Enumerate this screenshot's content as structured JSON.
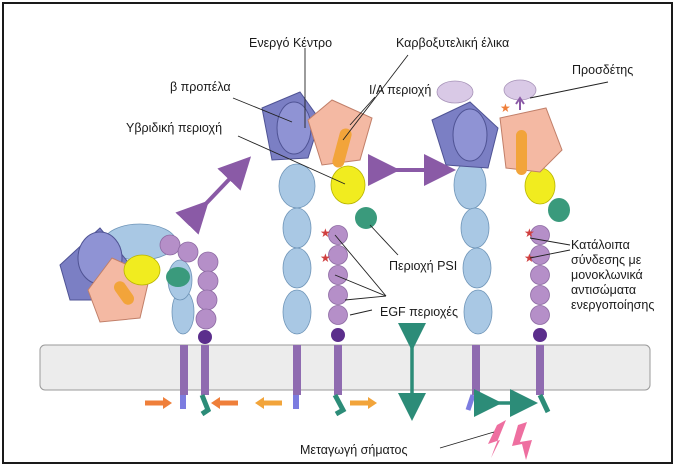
{
  "labels": {
    "active_site": "Ενεργό Κέντρο",
    "carboxy_helix": "Καρβοξυτελική έλικα",
    "beta_propeller": "β προπέλα",
    "ia_domain": "I/A περιοχή",
    "ligand": "Προσδέτης",
    "hybrid_domain": "Υβριδική περιοχή",
    "psi_domain": "Περιοχή PSI",
    "egf_domains": "EGF περιοχές",
    "activation_residues": "Κατάλοιπα σύνδεσης με μονοκλωνικά αντισώματα ενεργοποίησης",
    "signal_transduction": "Μεταγωγή σήματος"
  },
  "colors": {
    "propeller": "#7b7fc4",
    "ia_domain": "#f4b9a3",
    "hybrid": "#f1ec1f",
    "psi": "#3a9a7c",
    "beta_leg": "#b58fc8",
    "alpha_leg": "#a9c8e4",
    "membrane": "#ececec",
    "arrow_purple": "#8a5aa6",
    "arrow_teal": "#2c8c78",
    "arrow_orange": "#ef7f3a",
    "arrow_pink": "#ee6fa0",
    "ligand": "#d9c9e6"
  }
}
